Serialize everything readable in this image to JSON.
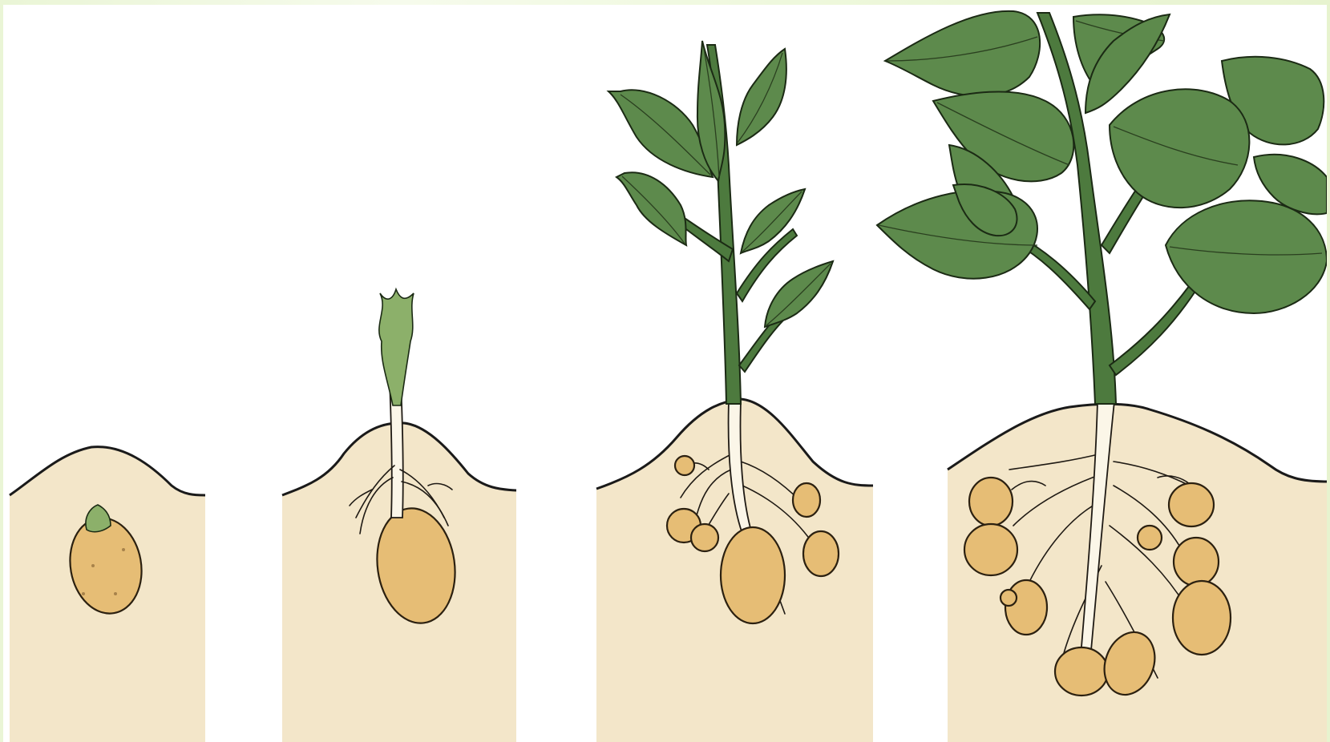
{
  "diagram": {
    "stages": [
      {
        "id": "stage-1"
      },
      {
        "id": "stage-2"
      },
      {
        "id": "stage-3"
      },
      {
        "id": "stage-4"
      }
    ]
  },
  "colors": {
    "soil": "#f3e6c9",
    "tuber": "#e6bd75",
    "leaf": "#5d8a4c",
    "stem": "#4d7a3e",
    "outline": "#1a1a1a"
  }
}
